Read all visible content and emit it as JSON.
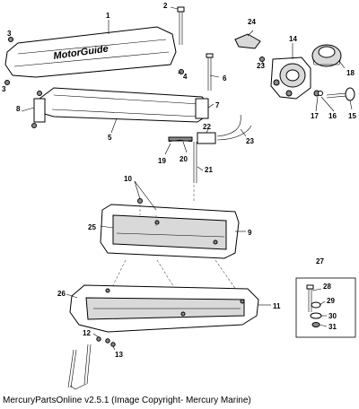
{
  "logo_text": "MotorGuide",
  "footer": "MercuryPartsOnline v2.5.1 (Image Copyright- Mercury Marine)",
  "callouts": {
    "c1": "1",
    "c2": "2",
    "c3a": "3",
    "c3b": "3",
    "c4": "4",
    "c5": "5",
    "c6": "6",
    "c7": "7",
    "c8": "8",
    "c9": "9",
    "c10": "10",
    "c11": "11",
    "c12": "12",
    "c13": "13",
    "c14": "14",
    "c15": "15",
    "c16": "16",
    "c17": "17",
    "c18": "18",
    "c19": "19",
    "c20": "20",
    "c21": "21",
    "c22": "22",
    "c23a": "23",
    "c23b": "23",
    "c24": "24",
    "c25": "25",
    "c26": "26",
    "c27": "27",
    "c28": "28",
    "c29": "29",
    "c30": "30",
    "c31": "31"
  }
}
